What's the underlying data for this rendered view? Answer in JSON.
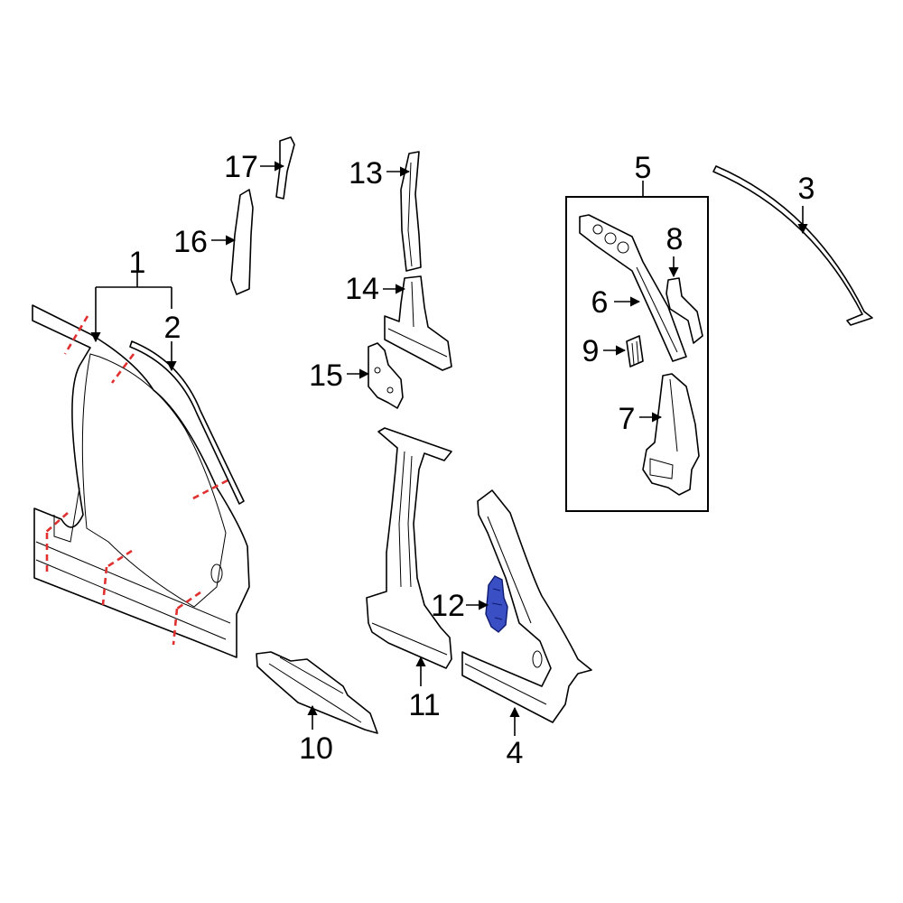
{
  "callouts": {
    "c1": "1",
    "c2": "2",
    "c3": "3",
    "c4": "4",
    "c5": "5",
    "c6": "6",
    "c7": "7",
    "c8": "8",
    "c9": "9",
    "c10": "10",
    "c11": "11",
    "c12": "12",
    "c13": "13",
    "c14": "14",
    "c15": "15",
    "c16": "16",
    "c17": "17"
  },
  "colors": {
    "cut_line": "#e03030",
    "highlight_part": "#3a4fc4",
    "line": "#000000",
    "background": "#ffffff"
  }
}
